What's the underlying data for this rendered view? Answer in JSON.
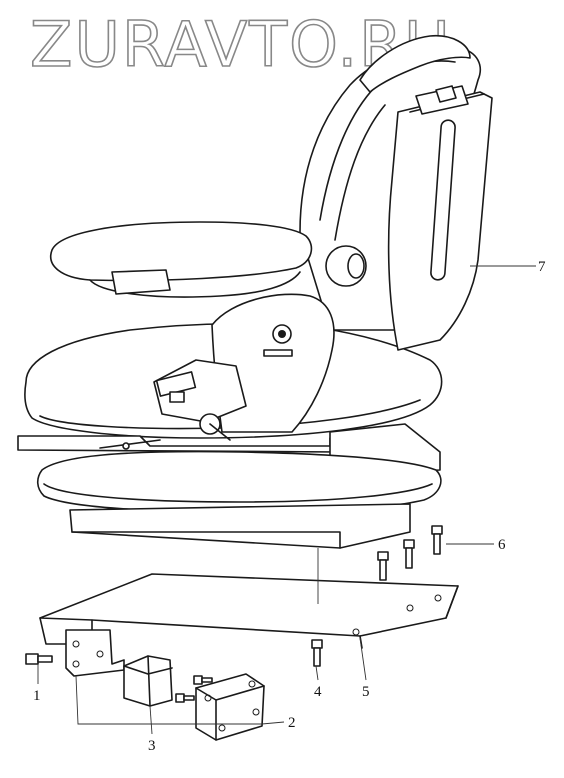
{
  "watermark": "ZURAVTO.RU",
  "callouts": [
    {
      "id": "1",
      "label": "1"
    },
    {
      "id": "2",
      "label": "2"
    },
    {
      "id": "3",
      "label": "3"
    },
    {
      "id": "4",
      "label": "4"
    },
    {
      "id": "5",
      "label": "5"
    },
    {
      "id": "6",
      "label": "6"
    },
    {
      "id": "7",
      "label": "7"
    }
  ],
  "parts": [
    "seat-assembly",
    "mounting-bracket",
    "support-block",
    "spacer-block",
    "bolt",
    "base-plate",
    "backrest-cover"
  ]
}
